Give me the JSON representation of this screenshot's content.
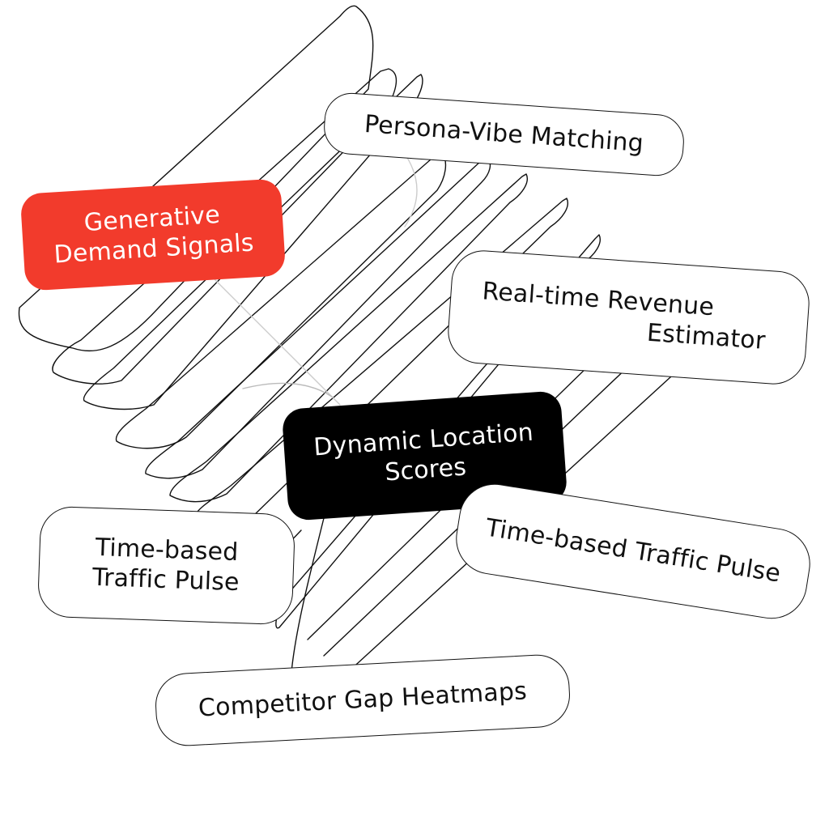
{
  "nodes": {
    "persona": {
      "label": "Persona-Vibe Matching"
    },
    "generative": {
      "line1": "Generative",
      "line2": "Demand Signals"
    },
    "realtime": {
      "line1": "Real-time Revenue",
      "line2": "Estimator"
    },
    "dynamic": {
      "line1": "Dynamic Location",
      "line2": "Scores"
    },
    "traffic_right": {
      "label": "Time-based Traffic Pulse"
    },
    "traffic_left": {
      "line1": "Time-based",
      "line2": "Traffic Pulse"
    },
    "competitor": {
      "label": "Competitor Gap Heatmaps"
    }
  },
  "colors": {
    "accent_red": "#f23b2c",
    "highlight_black": "#000000",
    "outline": "#111111"
  }
}
